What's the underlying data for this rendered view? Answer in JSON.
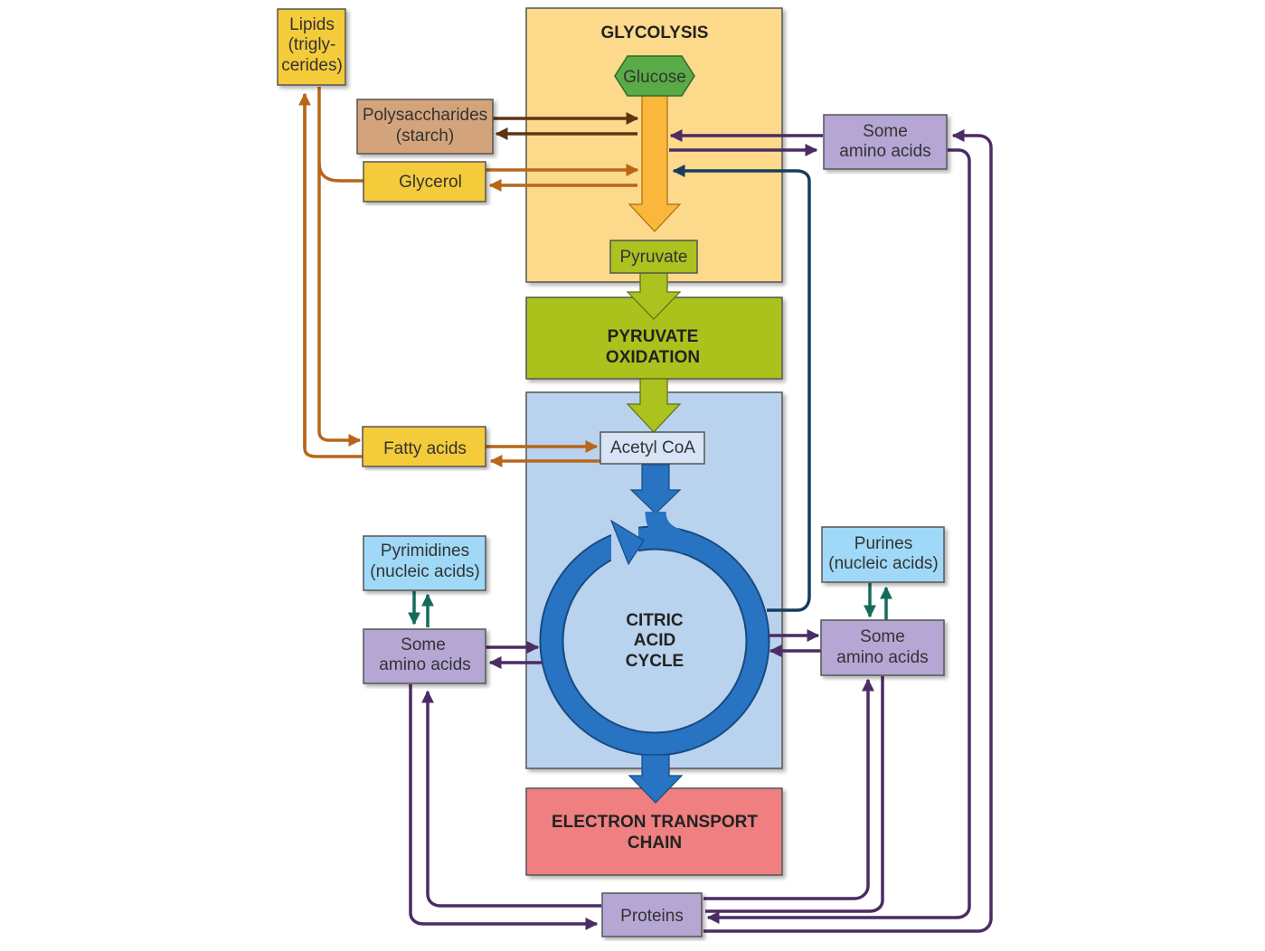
{
  "colors": {
    "glycolysis_panel": "#fcd98b",
    "pyruvate_oxidation": "#abc21f",
    "citric_panel": "#b9d2ee",
    "etc": "#ef7f80",
    "lipid_box": "#f4cb3a",
    "polysaccharide_box": "#d3a47c",
    "amino_box": "#b5a6d4",
    "nucleic_box": "#9fd9f7",
    "acetyl_box": "#d6e4f5",
    "glucose": "#5aab47",
    "green_box": "#abc21f",
    "orange_arrow": "#b8661a",
    "brown_arrow": "#5e3512",
    "purple_arrow": "#4b2c64",
    "navy_arrow": "#173c5e",
    "teal_arrow": "#156b5b",
    "blue_flow": "#2873c2",
    "glycolysis_arrow": "#fbb63c"
  },
  "panels": {
    "glycolysis": "GLYCOLYSIS",
    "pyruvate_oxidation": [
      "PYRUVATE",
      "OXIDATION"
    ],
    "citric_acid_cycle": [
      "CITRIC",
      "ACID",
      "CYCLE"
    ],
    "electron_transport_chain": [
      "ELECTRON TRANSPORT",
      "CHAIN"
    ]
  },
  "nodes": {
    "glucose": "Glucose",
    "pyruvate": "Pyruvate",
    "acetyl_coa": "Acetyl CoA",
    "lipids": [
      "Lipids",
      "(trigly-",
      "cerides)"
    ],
    "polysaccharides": [
      "Polysaccharides",
      "(starch)"
    ],
    "glycerol": "Glycerol",
    "fatty_acids": "Fatty acids",
    "amino_acids_top_right": [
      "Some",
      "amino acids"
    ],
    "pyrimidines": [
      "Pyrimidines",
      "(nucleic acids)"
    ],
    "purines": [
      "Purines",
      "(nucleic acids)"
    ],
    "amino_acids_left": [
      "Some",
      "amino acids"
    ],
    "amino_acids_right": [
      "Some",
      "amino acids"
    ],
    "proteins": "Proteins"
  }
}
